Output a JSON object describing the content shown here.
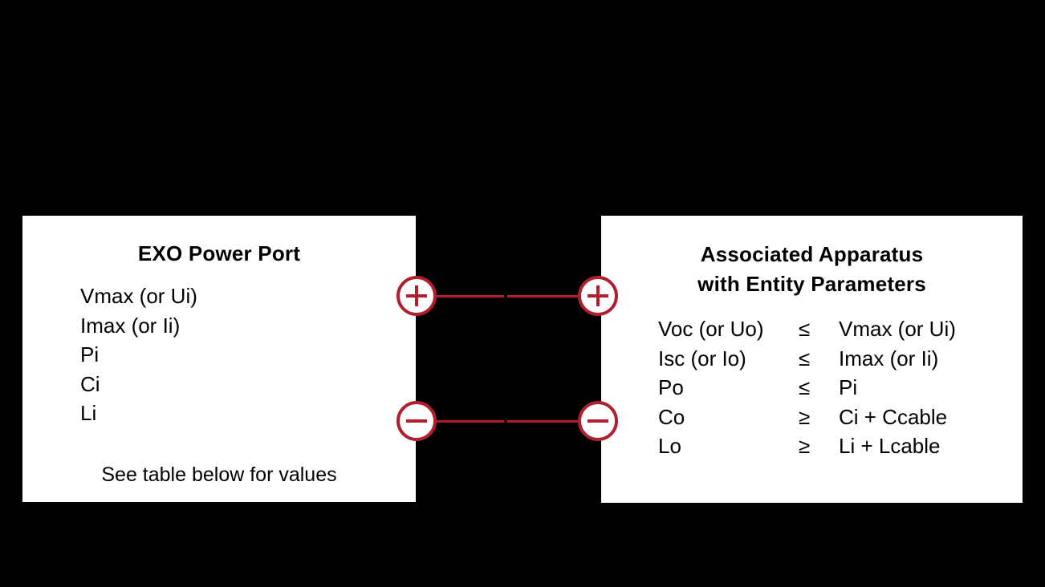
{
  "colors": {
    "background": "#000000",
    "box_fill": "#ffffff",
    "accent_red": "#b01f2e",
    "text": "#000000"
  },
  "left_box": {
    "title": "EXO Power Port",
    "parameters": [
      "Vmax (or Ui)",
      "Imax (or Ii)",
      "Pi",
      "Ci",
      "Li"
    ],
    "footnote": "See table below for values"
  },
  "right_box": {
    "title_line1": "Associated Apparatus",
    "title_line2": "with Entity Parameters",
    "rows": [
      {
        "param": "Voc (or Uo)",
        "op": "≤",
        "limit": "Vmax (or Ui)"
      },
      {
        "param": "Isc (or Io)",
        "op": "≤",
        "limit": "Imax (or Ii)"
      },
      {
        "param": "Po",
        "op": "≤",
        "limit": "Pi"
      },
      {
        "param": "Co",
        "op": "≥",
        "limit": "Ci + Ccable"
      },
      {
        "param": "Lo",
        "op": "≥",
        "limit": "Li + Lcable"
      }
    ]
  },
  "terminals": {
    "positive_icon": "plus-icon",
    "negative_icon": "minus-icon"
  }
}
